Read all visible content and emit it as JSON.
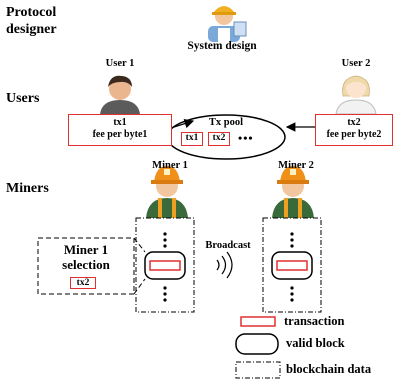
{
  "rows": {
    "protocol_designer": "Protocol designer",
    "users": "Users",
    "miners": "Miners"
  },
  "system_design": "System design",
  "user1": {
    "name": "User 1",
    "tx": "tx1",
    "fee": "fee per byte1"
  },
  "user2": {
    "name": "User 2",
    "tx": "tx2",
    "fee": "fee per byte2"
  },
  "pool": {
    "title": "Tx pool",
    "tx1": "tx1",
    "tx2": "tx2",
    "more": "•••"
  },
  "miner1": {
    "name": "Miner 1"
  },
  "miner2": {
    "name": "Miner 2"
  },
  "broadcast": "Broadcast",
  "selection": {
    "title": "Miner 1 selection",
    "tx": "tx2"
  },
  "legend": {
    "transaction": "transaction",
    "valid_block": "valid block",
    "blockchain_data": "blockchain data"
  },
  "colors": {
    "tx_red": "#e03030",
    "helmet": "#f0a020",
    "vest": "#3a7a3a",
    "skin": "#f2c7a0"
  },
  "icons": [
    "engineer-icon",
    "user-male-icon",
    "user-female-icon",
    "miner-icon",
    "broadcast-waves-icon"
  ]
}
